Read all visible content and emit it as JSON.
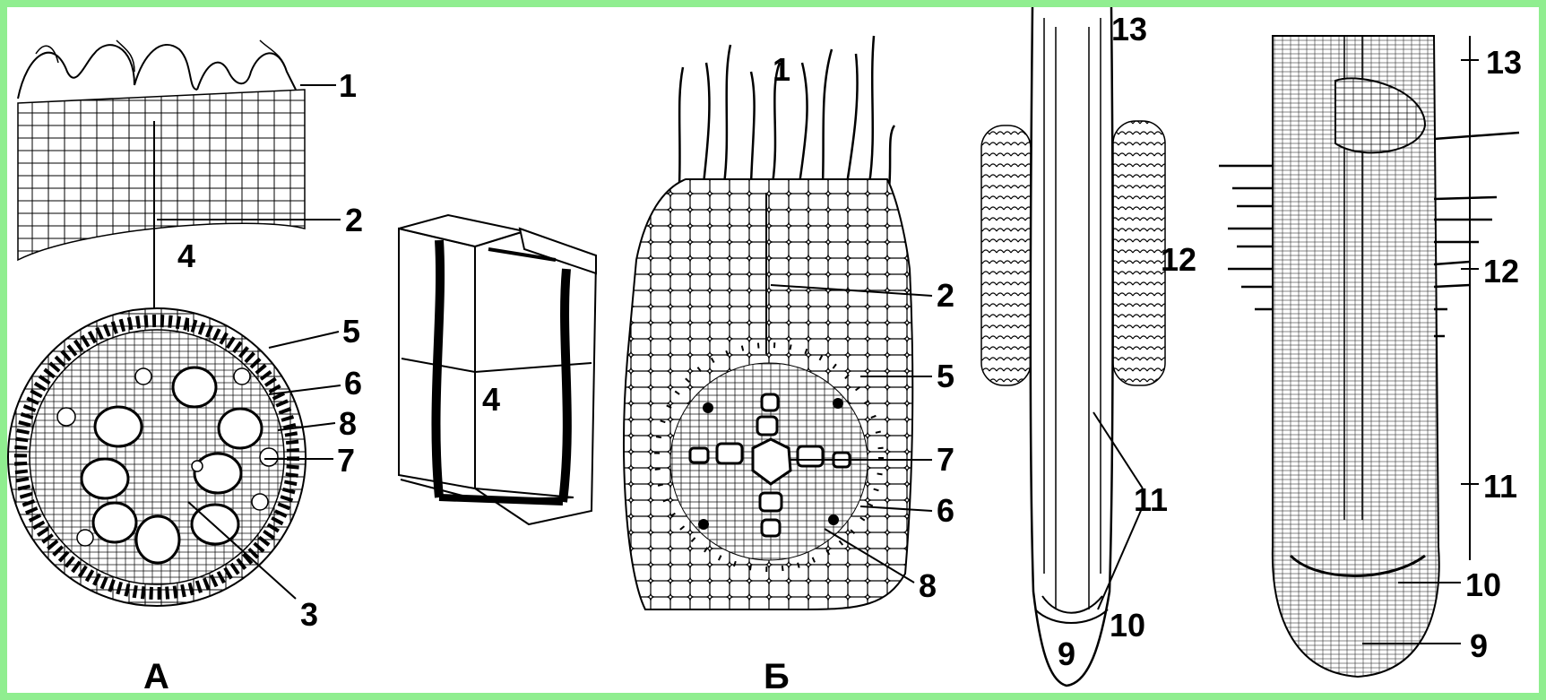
{
  "figure": {
    "colors": {
      "border": "#90ee90",
      "background": "#ffffff",
      "ink": "#000000"
    },
    "captions": {
      "a": "А",
      "b": "Б"
    },
    "labels_a": {
      "l1": "1",
      "l2": "2",
      "l3": "3",
      "l4": "4",
      "l5": "5",
      "l6": "6",
      "l7": "7",
      "l8": "8"
    },
    "label_cell": "4",
    "labels_b": {
      "l1": "1",
      "l2": "2",
      "l5": "5",
      "l6": "6",
      "l7": "7",
      "l8": "8"
    },
    "labels_tip": {
      "l9": "9",
      "l10": "10",
      "l11": "11",
      "l12": "12",
      "l13": "13"
    },
    "labels_long": {
      "l9": "9",
      "l10": "10",
      "l11": "11",
      "l12": "12",
      "l13": "13"
    }
  }
}
